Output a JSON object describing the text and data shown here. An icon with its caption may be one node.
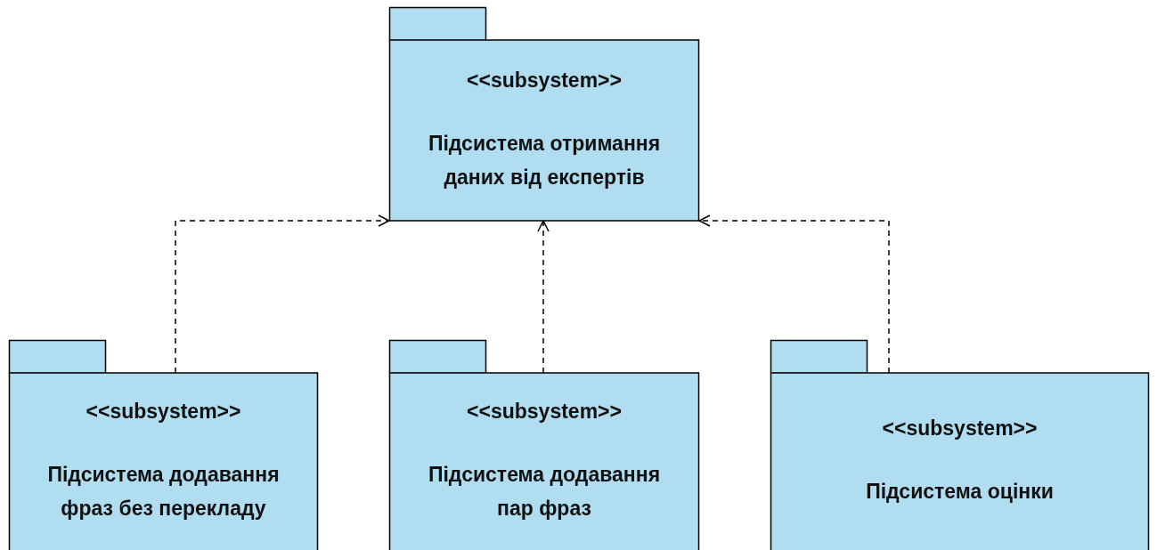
{
  "diagram": {
    "nodes": [
      {
        "text": [
          "<<subsystem>>",
          "Підсистема отримання даних від експертів"
        ]
      },
      {
        "text": [
          "<<subsystem>>",
          "Підсистема додавання фраз без перекладу"
        ]
      },
      {
        "text": [
          "<<subsystem>>",
          "Підсистема додавання пар фраз"
        ]
      },
      {
        "text": [
          "<<subsystem>>",
          "Підсистема оцінки"
        ]
      }
    ],
    "edges": [
      {
        "from": 1,
        "to": 0,
        "arrow": "to",
        "style": "dashed"
      },
      {
        "from": 2,
        "to": 0,
        "arrow": "to",
        "style": "dashed"
      },
      {
        "from": 3,
        "to": 0,
        "arrow": "to",
        "style": "dashed"
      }
    ]
  }
}
